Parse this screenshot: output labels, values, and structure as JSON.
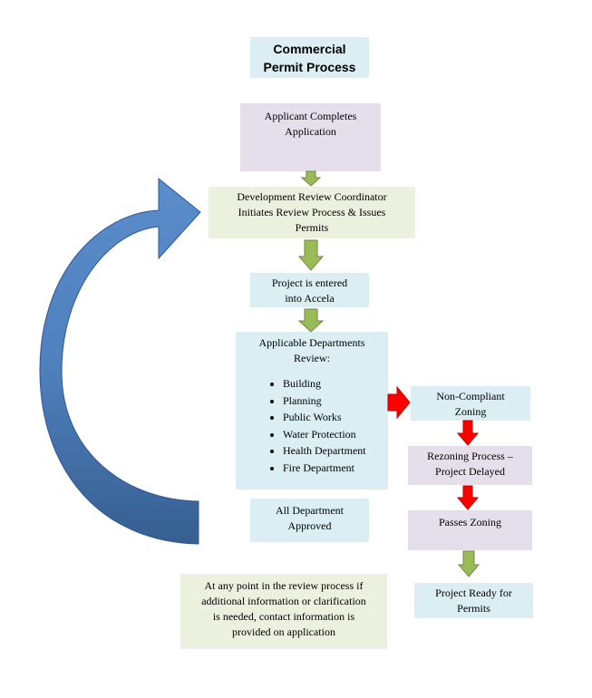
{
  "title": {
    "line1": "Commercial",
    "line2": "Permit Process"
  },
  "steps": {
    "applicant": {
      "line1": "Applicant Completes",
      "line2": "Application"
    },
    "coordinator": {
      "line1": "Development Review Coordinator",
      "line2": "Initiates Review Process & Issues",
      "line3": "Permits"
    },
    "accela": {
      "line1": "Project is entered",
      "line2": "into Accela"
    },
    "review": {
      "line1": "Applicable Departments",
      "line2": "Review:",
      "items": [
        "Building",
        "Planning",
        "Public Works",
        "Water Protection",
        "Health Department",
        "Fire Department"
      ]
    },
    "approved": {
      "line1": "All Department",
      "line2": "Approved"
    },
    "noncompliant": {
      "line1": "Non-Compliant",
      "line2": "Zoning"
    },
    "rezoning": {
      "line1": "Rezoning Process –",
      "line2": "Project Delayed"
    },
    "passes": {
      "line1": "Passes Zoning"
    },
    "ready": {
      "line1": "Project Ready for",
      "line2": "Permits"
    }
  },
  "note": {
    "line1": "At any point in the review process if",
    "line2": "additional information or clarification",
    "line3": "is needed, contact information is",
    "line4": "provided on application"
  },
  "colors": {
    "box_blue": "#dbeef3",
    "box_lilac": "#e5dfec",
    "box_green": "#ebf1de",
    "arrow_green": "#9bbb59",
    "arrow_red": "#ff0000",
    "loop_arrow": "#4f81bd"
  }
}
